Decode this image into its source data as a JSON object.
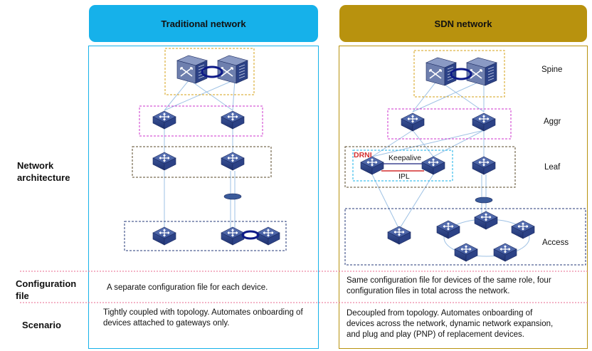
{
  "columns": {
    "traditional": {
      "title": "Traditional network",
      "color": "#1ab0ea"
    },
    "sdn": {
      "title": "SDN network",
      "color": "#b8920e"
    }
  },
  "rows": {
    "network_architecture": "Network architecture",
    "configuration_file": "Configuration file",
    "scenario": "Scenario"
  },
  "layers": {
    "spine": "Spine",
    "aggr": "Aggr",
    "leaf": "Leaf",
    "access": "Access"
  },
  "labels": {
    "drni": "DRNI",
    "keepalive": "Keepalive",
    "ipl": "IPL"
  },
  "cells": {
    "trad_config": "A separate configuration file for each device.",
    "sdn_config": "Same configuration file for devices of the same role, four configuration files in total across the network.",
    "trad_scenario": "Tightly coupled with topology. Automates onboarding of devices attached to gateways only.",
    "sdn_scenario": "Decoupled from topology. Automates onboarding of devices across the network, dynamic network expansion, and plug and play (PNP) of replacement devices."
  }
}
